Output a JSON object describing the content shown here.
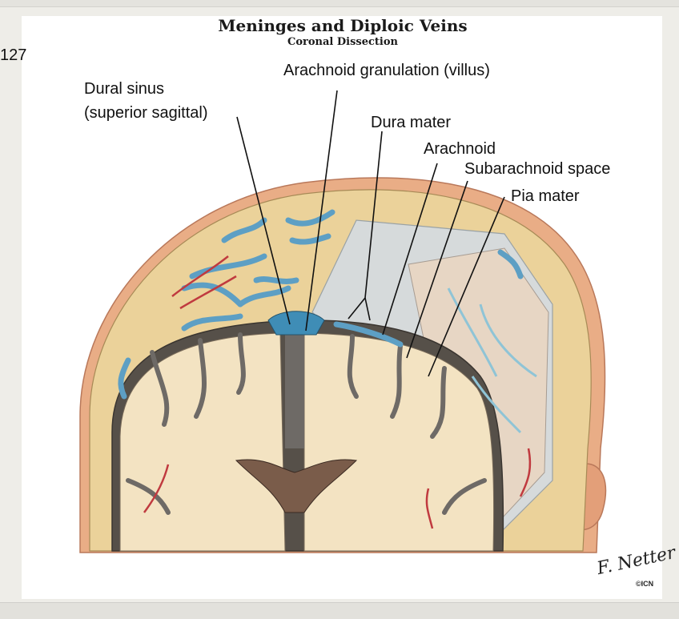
{
  "page_number": "127",
  "title": "Meninges and Diploic Veins",
  "subtitle": "Coronal Dissection",
  "labels": {
    "dural_sinus_line1": "Dural sinus",
    "dural_sinus_line2": "(superior sagittal)",
    "arachnoid_granulation": "Arachnoid granulation (villus)",
    "dura_mater": "Dura mater",
    "arachnoid": "Arachnoid",
    "subarachnoid_space": "Subarachnoid space",
    "pia_mater": "Pia mater"
  },
  "signature": "F. Netter",
  "signature_mark": "©ICN",
  "colors": {
    "skin": "#e7a981",
    "bone": "#e9cf95",
    "vein": "#5d9fc4",
    "dura": "#cfd4d6",
    "brain": "#f3e4c4",
    "gray_matter": "#6e6a66",
    "artery": "#c03a3f"
  }
}
